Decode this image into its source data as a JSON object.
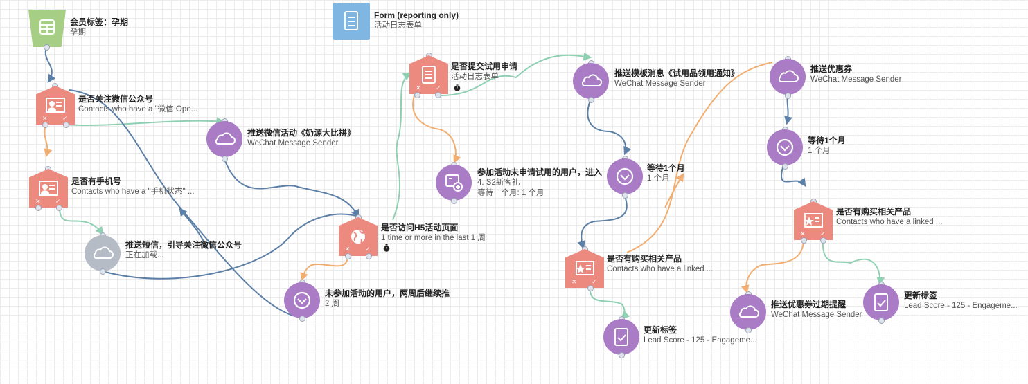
{
  "nodes": {
    "member_tag": {
      "title": "会员标签：孕期",
      "sub": "孕期",
      "icon": "database-icon"
    },
    "form": {
      "title": "Form (reporting only)",
      "sub": "活动日志表单",
      "icon": "form-icon"
    },
    "follow_wechat": {
      "title": "是否关注微信公众号",
      "sub": "Contacts who have a \"微信 Ope...",
      "icon": "contact-card-icon"
    },
    "has_phone": {
      "title": "是否有手机号",
      "sub": "Contacts who have a \"手机状态\" ...",
      "icon": "contact-card-icon"
    },
    "wechat_activity": {
      "title": "推送微信活动《奶源大比拼》",
      "sub": "WeChat Message Sender",
      "icon": "cloud-icon"
    },
    "sms": {
      "title": "推送短信，引导关注微信公众号",
      "sub": "正在加载...",
      "icon": "cloud-icon"
    },
    "visit_h5": {
      "title": "是否访问H5活动页面",
      "sub": "1 time or more in the last 1 周",
      "icon": "globe-icon"
    },
    "wait_2w": {
      "title": "未参加活动的用户，两周后继续推",
      "sub": "2 周",
      "icon": "clock-icon"
    },
    "submit_trial": {
      "title": "是否提交试用申请",
      "sub": "活动日志表单",
      "icon": "form-icon"
    },
    "join_no_apply": {
      "title": "参加活动未申请试用的用户，进入",
      "sub": "4. S2新客礼",
      "sub2": "等待一个月: 1 个月",
      "icon": "flow-add-icon"
    },
    "template_msg": {
      "title": "推送模板消息《试用品领用通知》",
      "sub": "WeChat Message Sender",
      "icon": "cloud-icon"
    },
    "wait_1m_a": {
      "title": "等待1个月",
      "sub": "1 个月",
      "icon": "clock-icon"
    },
    "bought_a": {
      "title": "是否有购买相关产品",
      "sub": "Contacts who have a linked ...",
      "icon": "star-card-icon"
    },
    "update_tag_a": {
      "title": "更新标签",
      "sub": "Lead Score - 125 - Engageme...",
      "icon": "checklist-icon"
    },
    "coupon": {
      "title": "推送优惠券",
      "sub": "WeChat Message Sender",
      "icon": "cloud-icon"
    },
    "wait_1m_b": {
      "title": "等待1个月",
      "sub": "1 个月",
      "icon": "clock-icon"
    },
    "bought_b": {
      "title": "是否有购买相关产品",
      "sub": "Contacts who have a linked ...",
      "icon": "star-card-icon"
    },
    "coupon_expiry": {
      "title": "推送优惠券过期提醒",
      "sub": "WeChat Message Sender",
      "icon": "cloud-icon"
    },
    "update_tag_b": {
      "title": "更新标签",
      "sub": "Lead Score - 125 - Engageme...",
      "icon": "checklist-icon"
    }
  },
  "colors": {
    "action": "#a97cc5",
    "decision": "#ec8a7f",
    "pending": "#b5bcc6",
    "source": "#a6ce85",
    "form": "#7fb6e2",
    "edge_default": "#5b7fa6",
    "edge_yes": "#8fd0b2",
    "edge_no": "#f2ae70"
  }
}
